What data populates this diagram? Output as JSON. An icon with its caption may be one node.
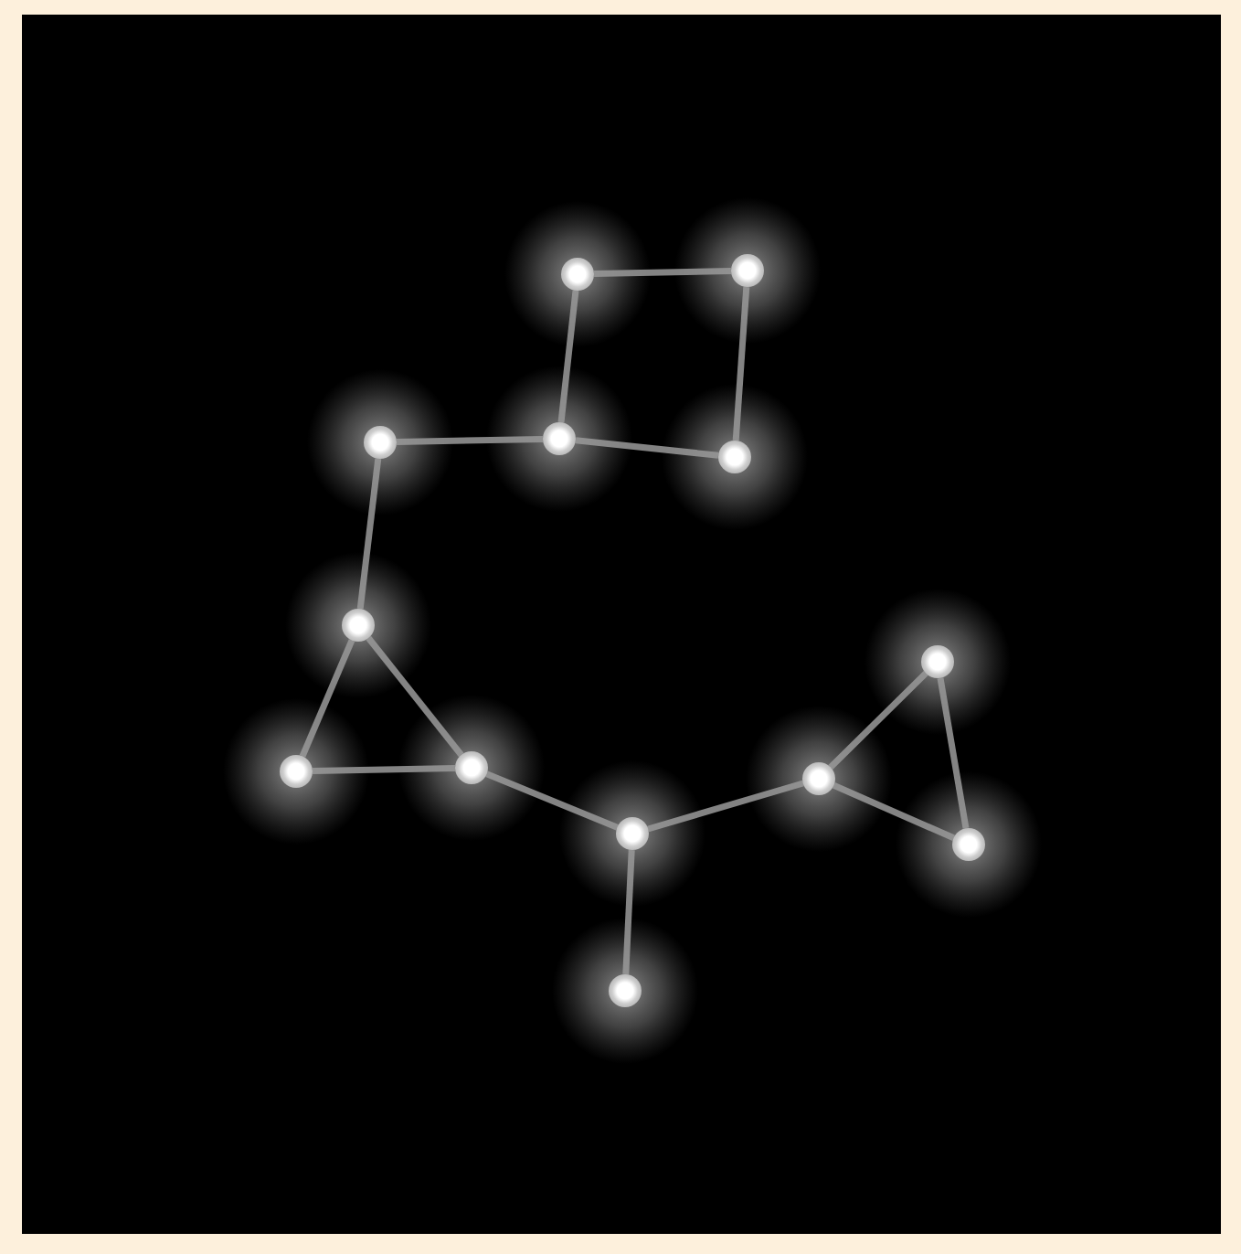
{
  "diagram": {
    "nodes": [
      {
        "text": [],
        "shape": "circle"
      },
      {
        "text": [],
        "shape": "circle"
      },
      {
        "text": [],
        "shape": "circle"
      },
      {
        "text": [],
        "shape": "circle"
      },
      {
        "text": [],
        "shape": "circle"
      },
      {
        "text": [],
        "shape": "circle"
      },
      {
        "text": [],
        "shape": "circle"
      },
      {
        "text": [],
        "shape": "circle"
      },
      {
        "text": [],
        "shape": "circle"
      },
      {
        "text": [],
        "shape": "circle"
      },
      {
        "text": [],
        "shape": "circle"
      },
      {
        "text": [],
        "shape": "circle"
      },
      {
        "text": [],
        "shape": "circle"
      }
    ],
    "edges": [
      {
        "from": 0,
        "to": 1,
        "arrow": "none"
      },
      {
        "from": 0,
        "to": 3,
        "arrow": "none"
      },
      {
        "from": 1,
        "to": 4,
        "arrow": "none"
      },
      {
        "from": 3,
        "to": 4,
        "arrow": "none"
      },
      {
        "from": 2,
        "to": 3,
        "arrow": "none"
      },
      {
        "from": 2,
        "to": 5,
        "arrow": "none"
      },
      {
        "from": 5,
        "to": 7,
        "arrow": "none"
      },
      {
        "from": 5,
        "to": 8,
        "arrow": "none"
      },
      {
        "from": 7,
        "to": 8,
        "arrow": "none"
      },
      {
        "from": 8,
        "to": 10,
        "arrow": "none"
      },
      {
        "from": 10,
        "to": 12,
        "arrow": "none"
      },
      {
        "from": 10,
        "to": 9,
        "arrow": "none"
      },
      {
        "from": 9,
        "to": 6,
        "arrow": "none"
      },
      {
        "from": 6,
        "to": 11,
        "arrow": "none"
      },
      {
        "from": 9,
        "to": 11,
        "arrow": "none"
      }
    ]
  }
}
